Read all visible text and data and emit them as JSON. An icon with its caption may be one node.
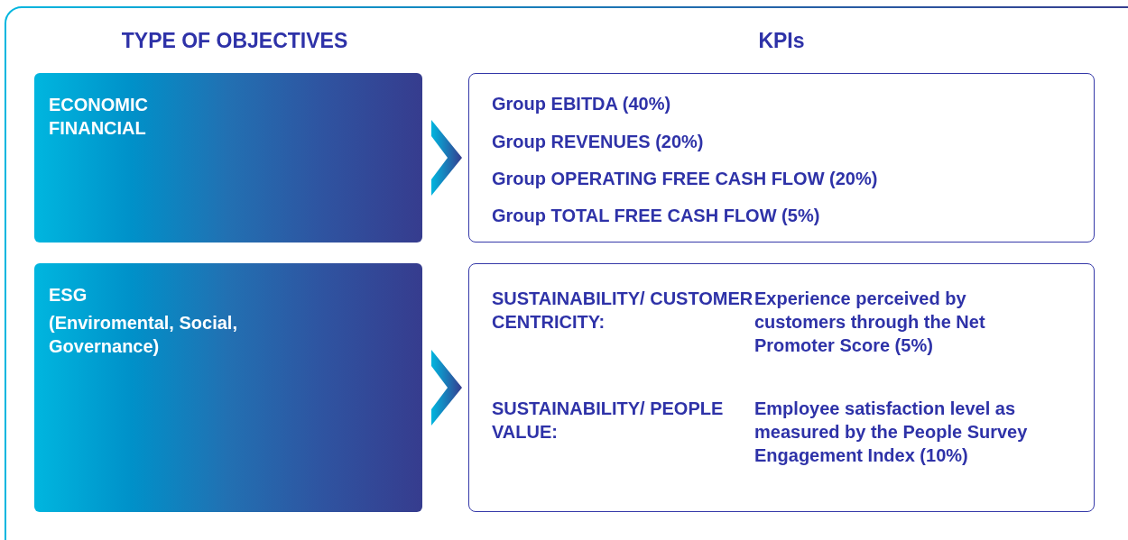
{
  "diagram": {
    "nodes": [
      {
        "text": [
          "ECONOMIC FINANCIAL"
        ]
      },
      {
        "text": [
          "Group EBITDA (40%)",
          "Group REVENUES (20%)",
          "Group OPERATING FREE CASH FLOW (20%)",
          "Group TOTAL FREE CASH FLOW (5%)"
        ]
      },
      {
        "text": [
          "ESG",
          "(Enviromental, Social, Governance)"
        ]
      },
      {
        "text": [
          "SUSTAINABILITY/ CUSTOMER CENTRICITY:",
          "Experience perceived by customers through the Net Promoter Score (5%)",
          "SUSTAINABILITY/ PEOPLE VALUE:",
          "Employee satisfaction level as measured by the People Survey Engagement Index (10%)"
        ]
      }
    ],
    "edges": [
      {
        "from": 0,
        "to": 1,
        "arrow": "to"
      },
      {
        "from": 2,
        "to": 3,
        "arrow": "to"
      }
    ],
    "labels": [
      "TYPE OF OBJECTIVES",
      "KPIs"
    ]
  }
}
